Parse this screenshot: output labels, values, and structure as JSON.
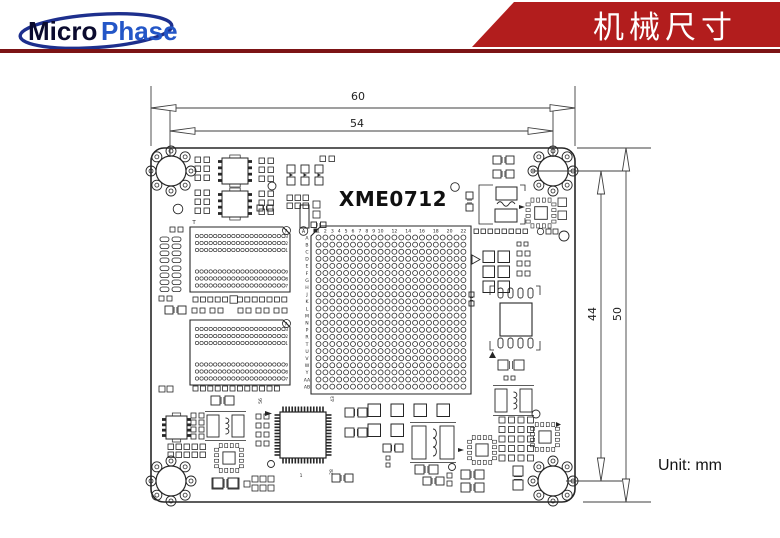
{
  "header": {
    "logo_part1": "Micro",
    "logo_part2": "Phase",
    "banner_title": "机械尺寸"
  },
  "colors": {
    "banner": "#b21d1d",
    "rule": "#7c1416",
    "ink": "#262626",
    "dim": "#3f3f3f",
    "logo_dark": "#0a0a2e",
    "logo_blue": "#2356c7",
    "ellipse": "#1d2f8d"
  },
  "drawing": {
    "board_title": "XME0712",
    "unit_label": "Unit: mm",
    "dims": {
      "outer_width": "60",
      "inner_width": "54",
      "inner_height": "44",
      "outer_height": "50"
    },
    "bga": {
      "corner_marker": "A",
      "col_labels": [
        "1",
        "2",
        "3",
        "4",
        "5",
        "6",
        "7",
        "8",
        "9",
        "10",
        "12",
        "14",
        "16",
        "18",
        "20",
        "22"
      ],
      "row_labels": [
        "A",
        "B",
        "C",
        "D",
        "E",
        "F",
        "G",
        "H",
        "J",
        "K",
        "L",
        "M",
        "N",
        "P",
        "R",
        "T",
        "U",
        "V",
        "W",
        "Y",
        "AA",
        "AB"
      ]
    },
    "connectors": {
      "corner_marker": "A",
      "index_label": "T",
      "top_pin_labels": [
        "3",
        "2",
        "1"
      ],
      "bottom_pin_labels": [
        "9",
        "8",
        "7"
      ]
    },
    "qfp_pin_labels": [
      "56",
      "43",
      "1",
      "28"
    ]
  }
}
